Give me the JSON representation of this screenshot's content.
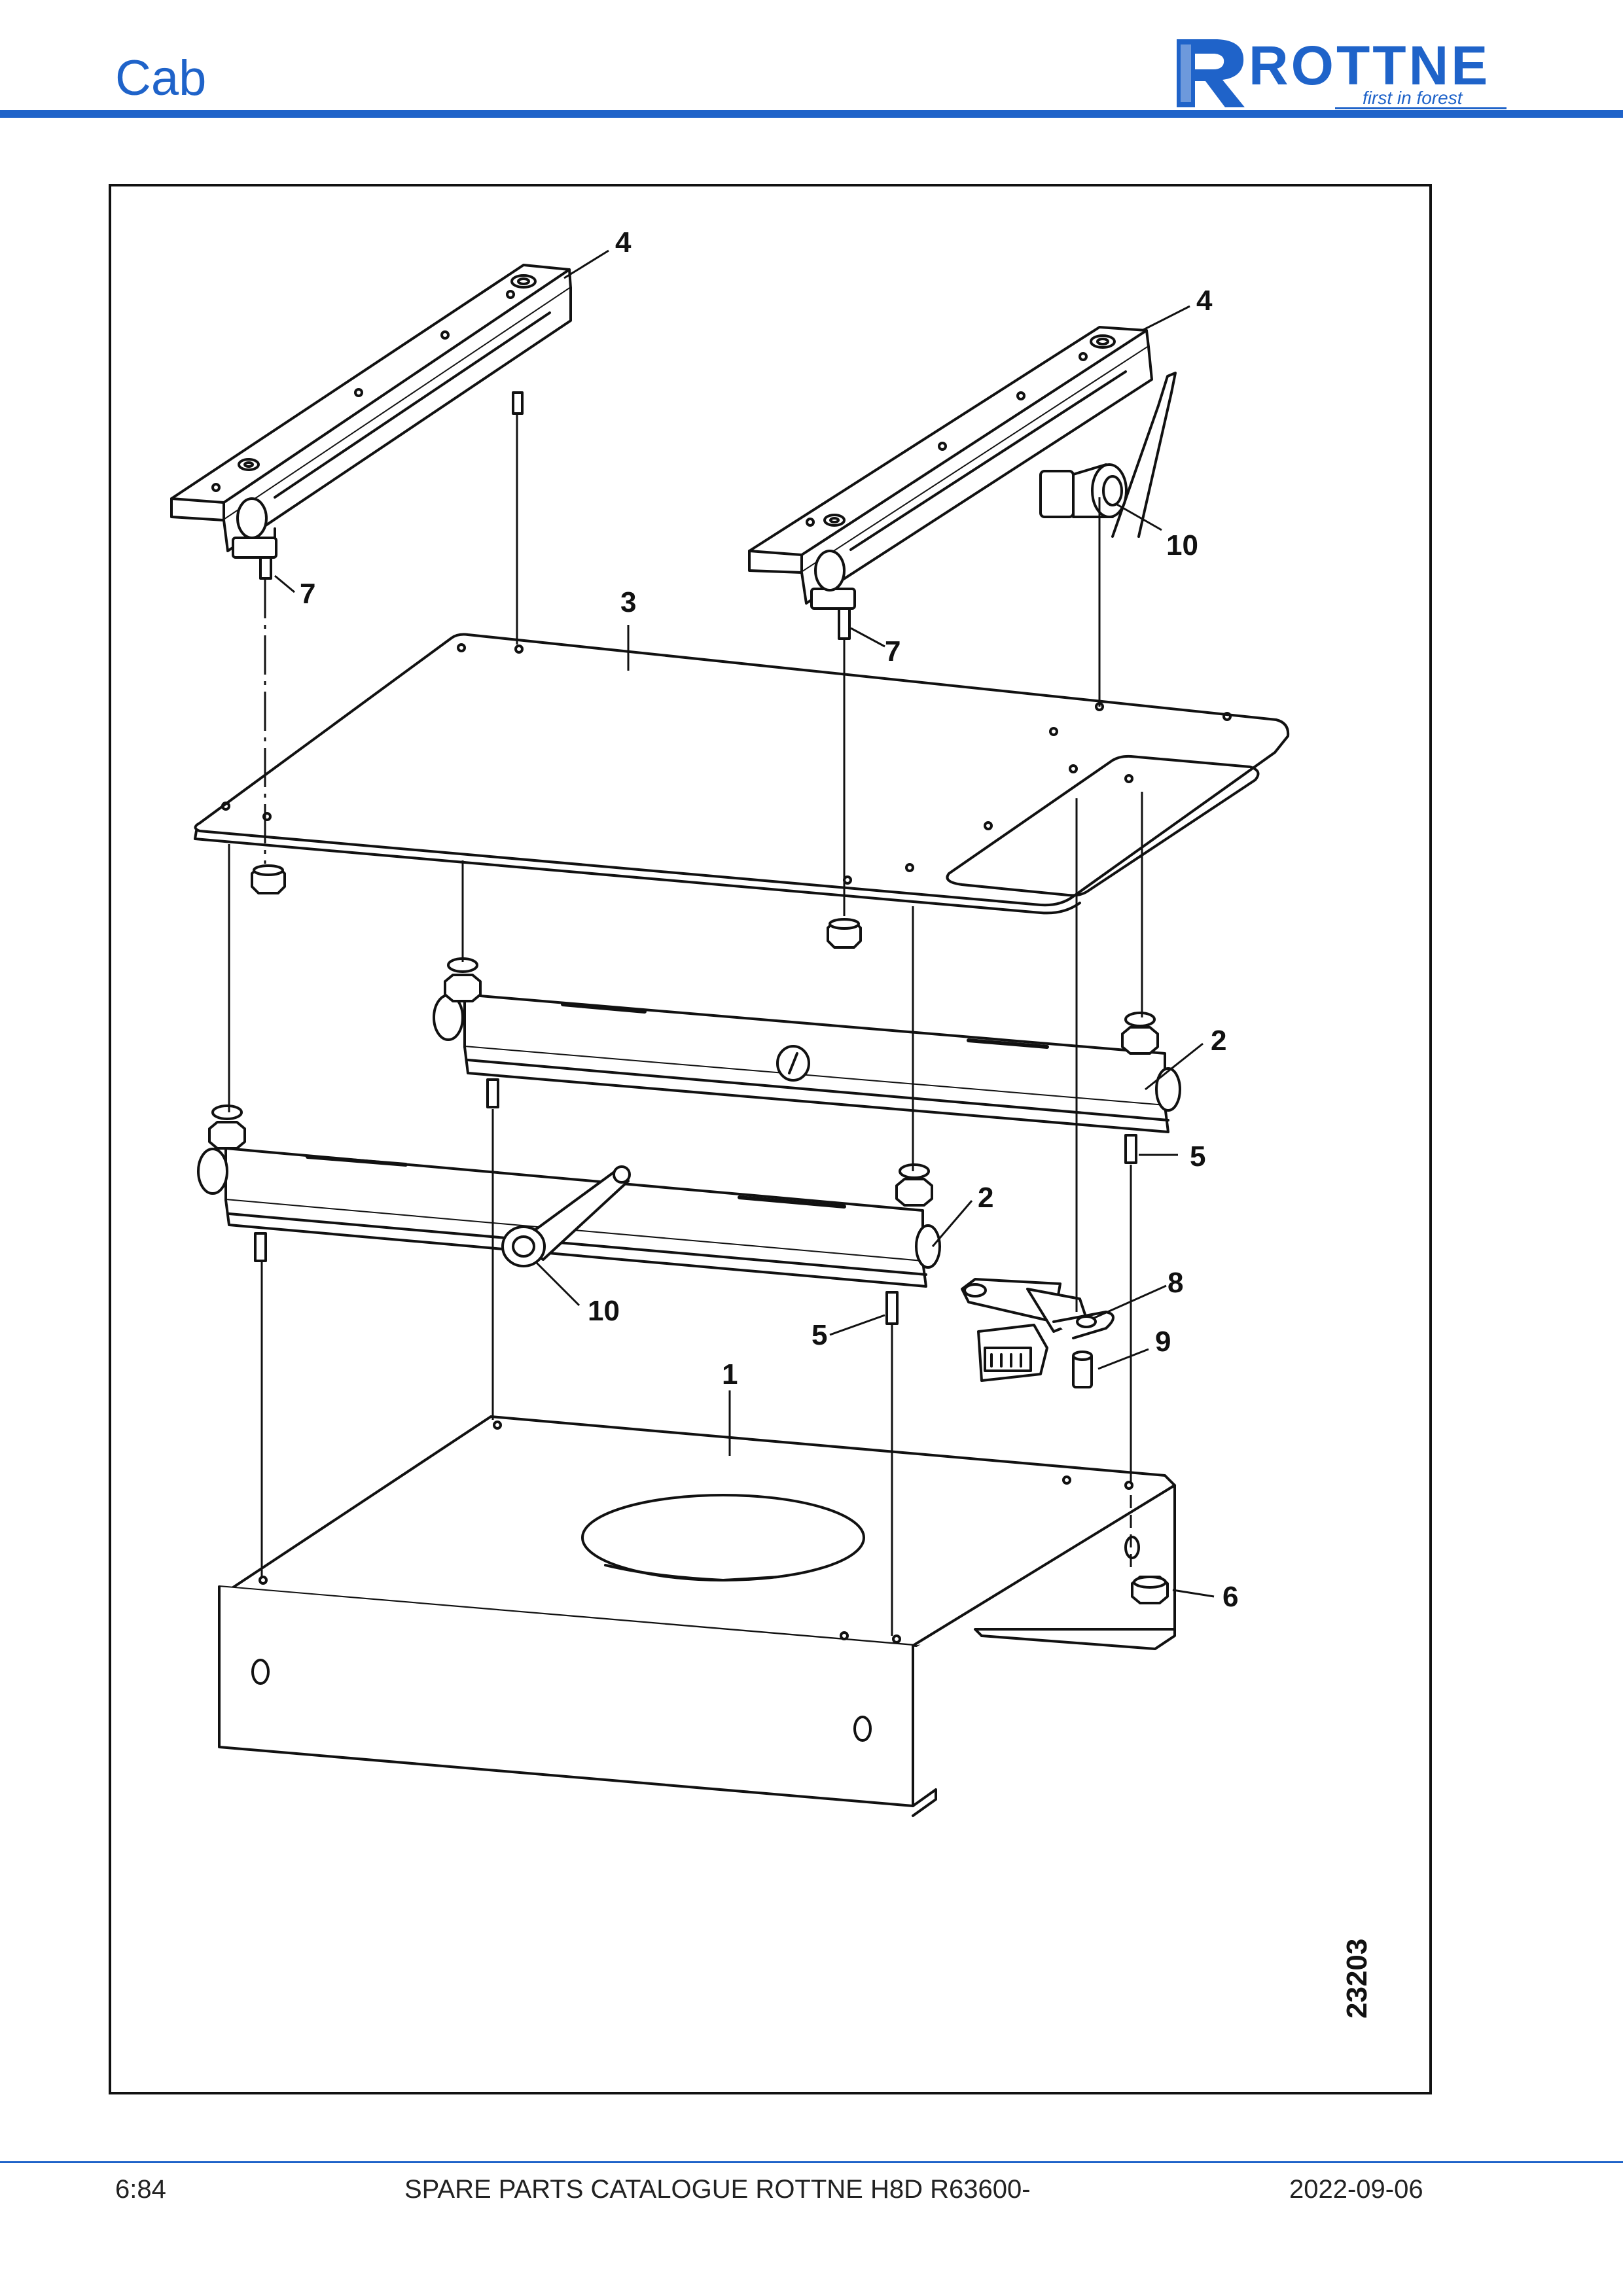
{
  "header": {
    "section_title": "Cab",
    "logo_word": "ROTTNE",
    "logo_tagline": "first in forest",
    "accent_color": "#1f63c9"
  },
  "drawing": {
    "drawing_number": "23203",
    "callouts": [
      "4",
      "4",
      "10",
      "7",
      "3",
      "7",
      "2",
      "5",
      "2",
      "8",
      "10",
      "9",
      "5",
      "1",
      "6"
    ]
  },
  "footer": {
    "page_number": "6:84",
    "catalogue_title": "SPARE PARTS CATALOGUE ROTTNE H8D R63600-",
    "date": "2022-09-06"
  }
}
